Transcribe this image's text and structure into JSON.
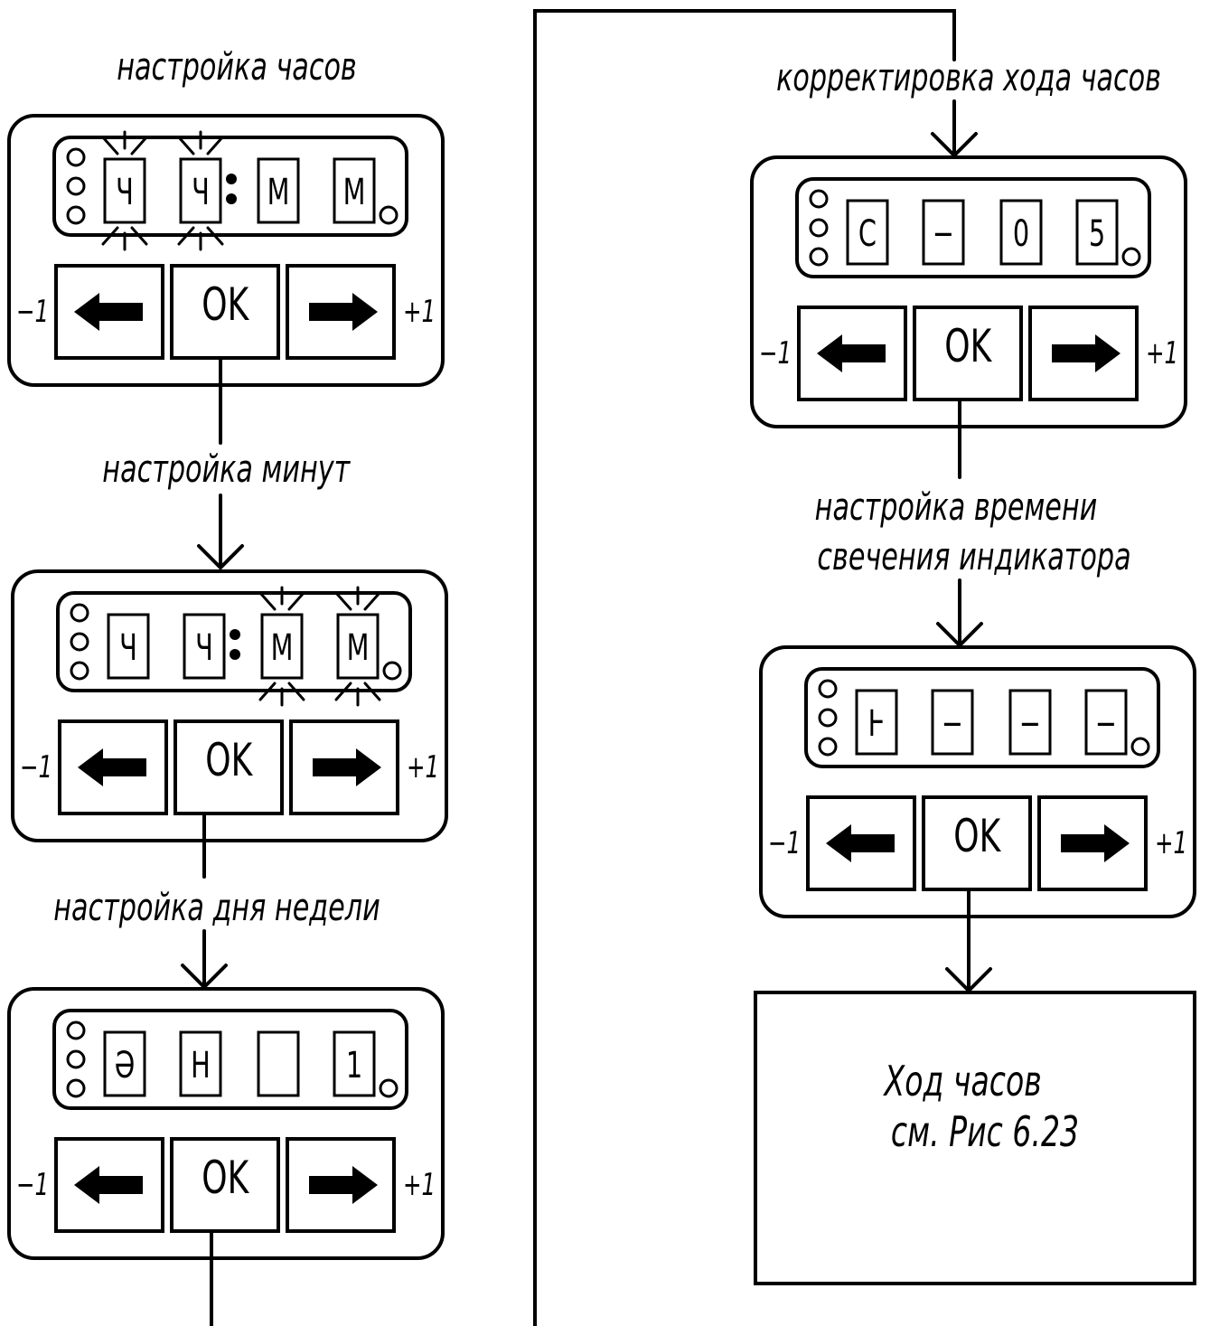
{
  "labels": {
    "hours": "настройка часов",
    "minutes": "настройка минут",
    "weekday": "настройка дня недели",
    "correction": "корректировка хода часов",
    "backlight_line1": "настройка времени",
    "backlight_line2": "свечения индикатора"
  },
  "buttons": {
    "ok": "OK",
    "minus": "−1",
    "plus": "+1"
  },
  "panels": [
    {
      "id": "hours",
      "digits": [
        "Ч",
        "Ч",
        "М",
        "М"
      ],
      "colon": true,
      "blink": [
        0,
        1
      ]
    },
    {
      "id": "minutes",
      "digits": [
        "Ч",
        "Ч",
        "М",
        "М"
      ],
      "colon": true,
      "blink": [
        2,
        3
      ]
    },
    {
      "id": "weekday",
      "digits": [
        "Ә",
        "Н",
        "",
        "1"
      ],
      "colon": false,
      "blink": []
    },
    {
      "id": "correction",
      "digits": [
        "С",
        "−",
        "0",
        "5"
      ],
      "colon": false,
      "blink": []
    },
    {
      "id": "backlight",
      "digits": [
        "Ͱ",
        "−",
        "−",
        "−"
      ],
      "colon": false,
      "blink": []
    }
  ],
  "final_box": {
    "line1": "Ход часов",
    "line2": "см. Рис 6.23"
  },
  "icons": {
    "left": "arrow-left-icon",
    "right": "arrow-right-icon",
    "led": "led-indicator-icon"
  }
}
